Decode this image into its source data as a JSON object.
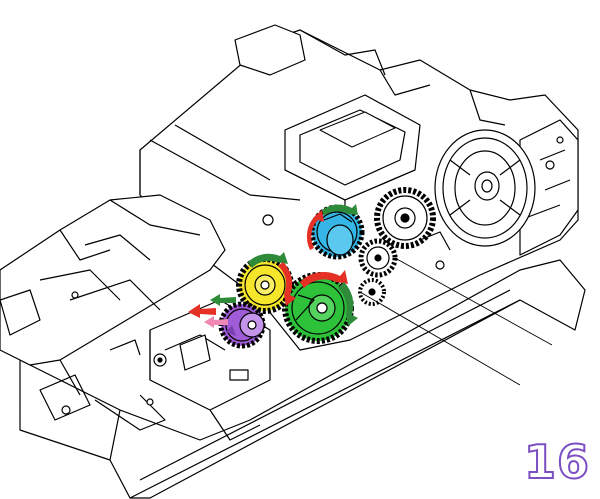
{
  "figure": {
    "page_number": "16",
    "page_number_color": "#7b4fc2"
  },
  "gears": [
    {
      "name": "blue-gear",
      "color": "#35b6e6",
      "rotation": "counter-clockwise"
    },
    {
      "name": "yellow-gear",
      "color": "#f5e62c",
      "rotation": "clockwise"
    },
    {
      "name": "green-gear",
      "color": "#2dc23a",
      "rotation": "clockwise"
    },
    {
      "name": "purple-gear",
      "color": "#a05bd6",
      "rotation": "counter-clockwise"
    }
  ],
  "arrow_colors": {
    "red": "#e53026",
    "green": "#2e8b3a",
    "pink": "#f08ab4"
  },
  "line_color": "#000000"
}
